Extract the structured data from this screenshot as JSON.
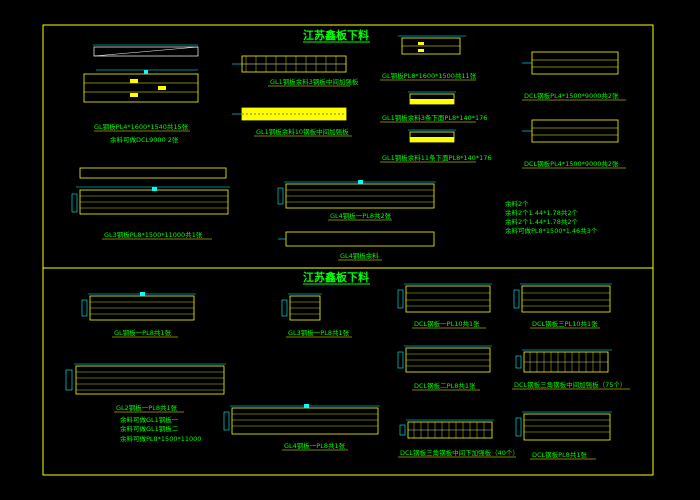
{
  "frame": {
    "border_color": "#ffff00"
  },
  "colors": {
    "text": "#00ff00",
    "outline": "#ffff00",
    "dims": "#00ffff",
    "fill": "#ffff00",
    "marker": "#ff0000"
  },
  "sections": {
    "top_title": "江苏鑫板下料",
    "bottom_title": "江苏鑫板下料"
  },
  "labels": {
    "gl_main": "GL钢板PL4*1600*1540共15张",
    "gl_main_note": "余料可做DCL9000 2张",
    "gl1_board_a": "GL1钢板余料3钢板中间加强板",
    "gl1_board_b": "GL1钢板余料10钢板中间加强板",
    "gl_tbar": "GL钢板PL8*1600*1500共11张",
    "gl_tbar_a": "GL1钢板余料3条下面PL8*140*176",
    "gl_tbar_b": "GL1钢板余料11条下面PL8*140*176",
    "dcl_top_1": "DCL钢板PL4*1500*9000共2张",
    "dcl_top_2": "DCL钢板PL4*1500*9000共2张",
    "gl3_long": "GL3钢板PL8*1500*11000共1张",
    "gl4_board": "GL4钢板一PL8共2张",
    "gl4_cut": "GL4钢板余料",
    "note_1": "余料2个",
    "note_2": "余料2个1.44*1.78共2个",
    "note_3": "余料2个1.44*1.78共2个",
    "note_4": "余料可做PL8*1500*1.46共3个",
    "b_gl": "GL钢板一PL8共1张",
    "b_gl3": "GL3钢板一PL8共1张",
    "b_dcl_a": "DCL钢板一PL10共1张",
    "b_dcl_b": "DCL钢板三PL10共1张",
    "b_gl2": "GL2钢板一PL8共1张",
    "b_gl2_n1": "余料可做GL1钢板一",
    "b_gl2_n2": "余料可做GL1钢板二",
    "b_gl2_n3": "余料可做PL8*1500*11000",
    "b_dcl_c": "DCL钢板二PL8共1张",
    "b_dcl_d": "DCL钢板三角钢板中间加强板（75个）",
    "b_gl4": "GL4钢板一PL8共1张",
    "b_dcl_e": "DCL钢板三角钢板中间下加强板（40个）",
    "b_dcl_f": "DCL钢板PL8共1张"
  }
}
